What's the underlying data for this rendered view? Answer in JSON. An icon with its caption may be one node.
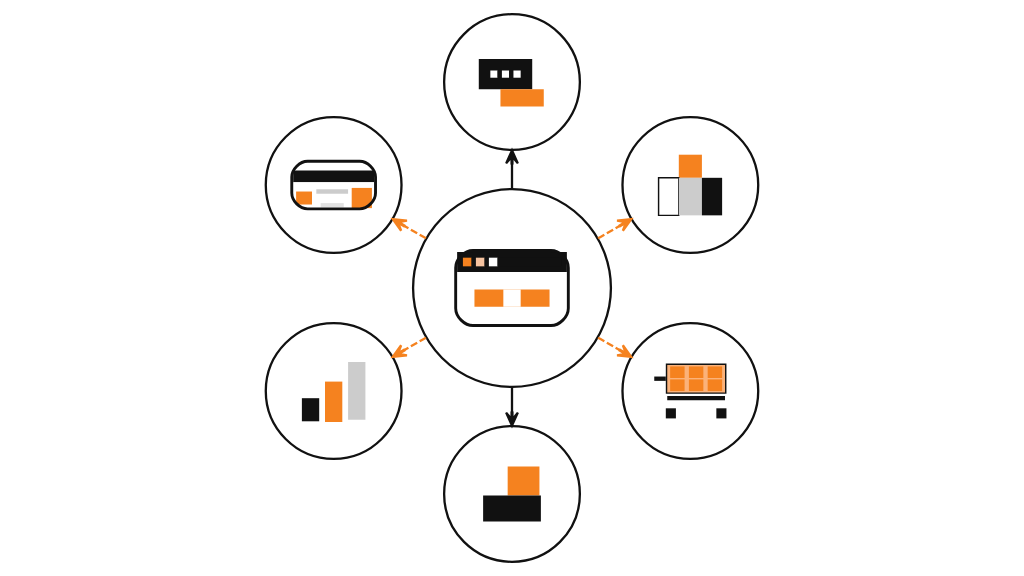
{
  "diagram": {
    "nodes": [
      {
        "text": [],
        "shape": "picture"
      },
      {
        "text": [],
        "shape": "picture"
      },
      {
        "text": [],
        "shape": "picture"
      },
      {
        "text": [],
        "shape": "picture"
      },
      {
        "text": [],
        "shape": "picture"
      },
      {
        "text": [],
        "shape": "picture"
      },
      {
        "text": [],
        "shape": "picture"
      }
    ],
    "edges": [
      {
        "from": 3,
        "to": 0,
        "arrow": "to",
        "style": "dashed",
        "color": "#f5821f"
      },
      {
        "from": 3,
        "to": 1,
        "arrow": "to",
        "style": "dashed",
        "color": "#f5821f"
      },
      {
        "from": 3,
        "to": 2,
        "arrow": "to",
        "color": "#111111"
      },
      {
        "from": 3,
        "to": 4,
        "arrow": "to",
        "color": "#111111"
      },
      {
        "from": 3,
        "to": 5,
        "arrow": "to",
        "style": "dashed",
        "color": "#f5821f"
      },
      {
        "from": 3,
        "to": 6,
        "arrow": "to",
        "style": "dashed",
        "color": "#f5821f"
      }
    ]
  }
}
